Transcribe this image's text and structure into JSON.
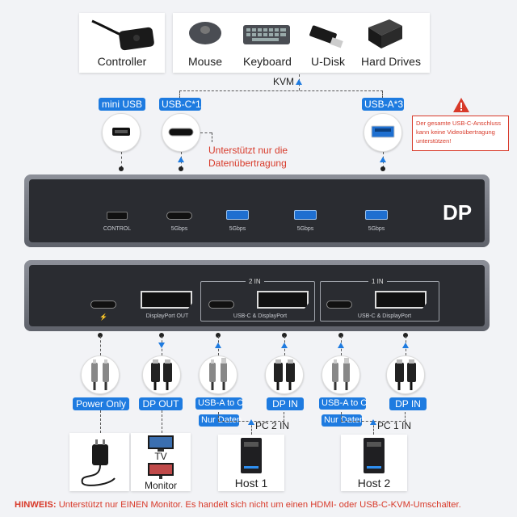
{
  "devices_top": {
    "controller": "Controller",
    "mouse": "Mouse",
    "keyboard": "Keyboard",
    "udisk": "U-Disk",
    "hard_drives": "Hard Drives"
  },
  "kvm_label": "KVM",
  "ports_top": {
    "mini_usb": "mini USB",
    "usbc": "USB-C*1",
    "usba": "USB-A*3"
  },
  "note_data": "Unterstützt nur die Datenübertragung",
  "warning": "Der gesamte USB-C-Anschluss kann keine Videoübertragung unterstützen!",
  "front_panel": {
    "control": "CONTROL",
    "speed1": "5Gbps",
    "speed2": "5Gbps",
    "speed3": "5Gbps",
    "speed4": "5Gbps",
    "logo": "DP"
  },
  "back_panel": {
    "power_symbol": "⚡",
    "dp_out": "DisplayPort OUT",
    "in2": "2 IN",
    "in1": "1 IN",
    "combo2": "USB-C & DisplayPort",
    "combo1": "USB-C & DisplayPort"
  },
  "bottom_labels": {
    "power_only": "Power Only",
    "dp_out": "DP OUT",
    "usba_to_c_2": "USB-A to C",
    "dp_in_2": "DP IN",
    "usba_to_c_1": "USB-A to C",
    "dp_in_1": "DP IN",
    "nur_daten_2": "Nur Daten",
    "nur_daten_1": "Nur Daten",
    "pc2": "PC 2 IN",
    "pc1": "PC 1 IN"
  },
  "bottom_devices": {
    "tv": "TV",
    "monitor": "Monitor",
    "host1": "Host 1",
    "host2": "Host 2"
  },
  "footer": {
    "prefix": "HINWEIS:",
    "text": " Unterstützt nur EINEN Monitor. Es handelt sich nicht um einen HDMI- oder USB-C-KVM-Umschalter."
  },
  "colors": {
    "accent": "#1e7be0",
    "warning": "#d83a2a"
  }
}
